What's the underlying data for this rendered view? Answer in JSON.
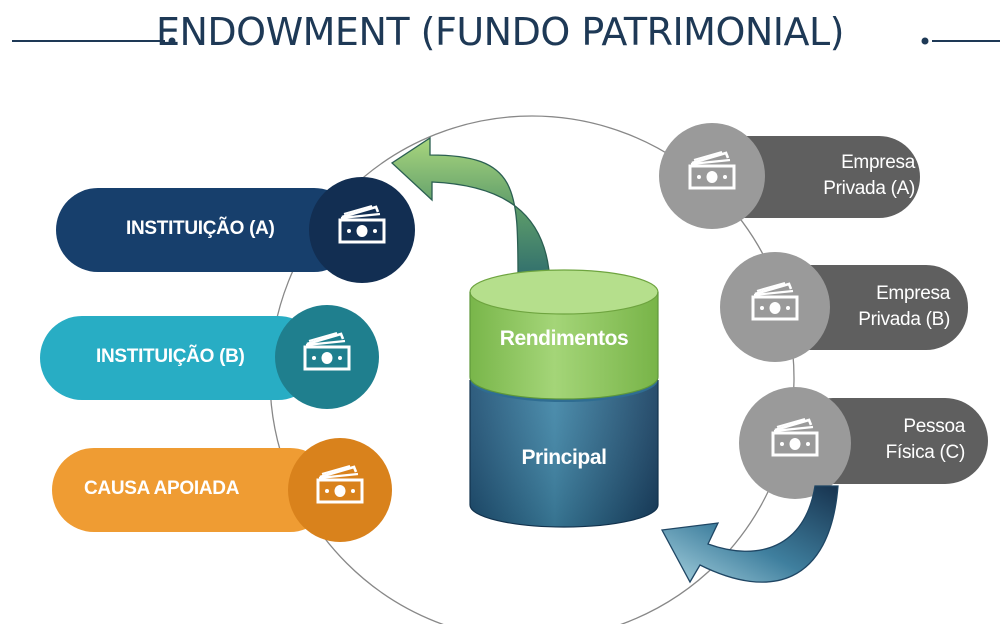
{
  "title": "ENDOWMENT (FUNDO PATRIMONIAL)",
  "recipients": [
    {
      "label": "INSTITUIÇÃO (A)",
      "color": "#173f6c",
      "circle_color": "#122e52"
    },
    {
      "label": "INSTITUIÇÃO (B)",
      "color": "#28adc4",
      "circle_color": "#1f7f8e"
    },
    {
      "label": "CAUSA APOIADA",
      "color": "#ef9c33",
      "circle_color": "#d9821c"
    }
  ],
  "donors": [
    {
      "line1": "Empresa",
      "line2": "Privada (A)"
    },
    {
      "line1": "Empresa",
      "line2": "Privada (B)"
    },
    {
      "line1": "Pessoa",
      "line2": "Física (C)"
    }
  ],
  "fund": {
    "top": "Rendimentos",
    "bottom": "Principal"
  },
  "icons": {
    "money": "money-bill-icon"
  },
  "colors": {
    "navy": "#1e3956",
    "donor_pill": "#5f5f5f",
    "donor_circle": "#9a9a9a",
    "green": "#8fc75a",
    "blue": "#1f5b7f"
  }
}
